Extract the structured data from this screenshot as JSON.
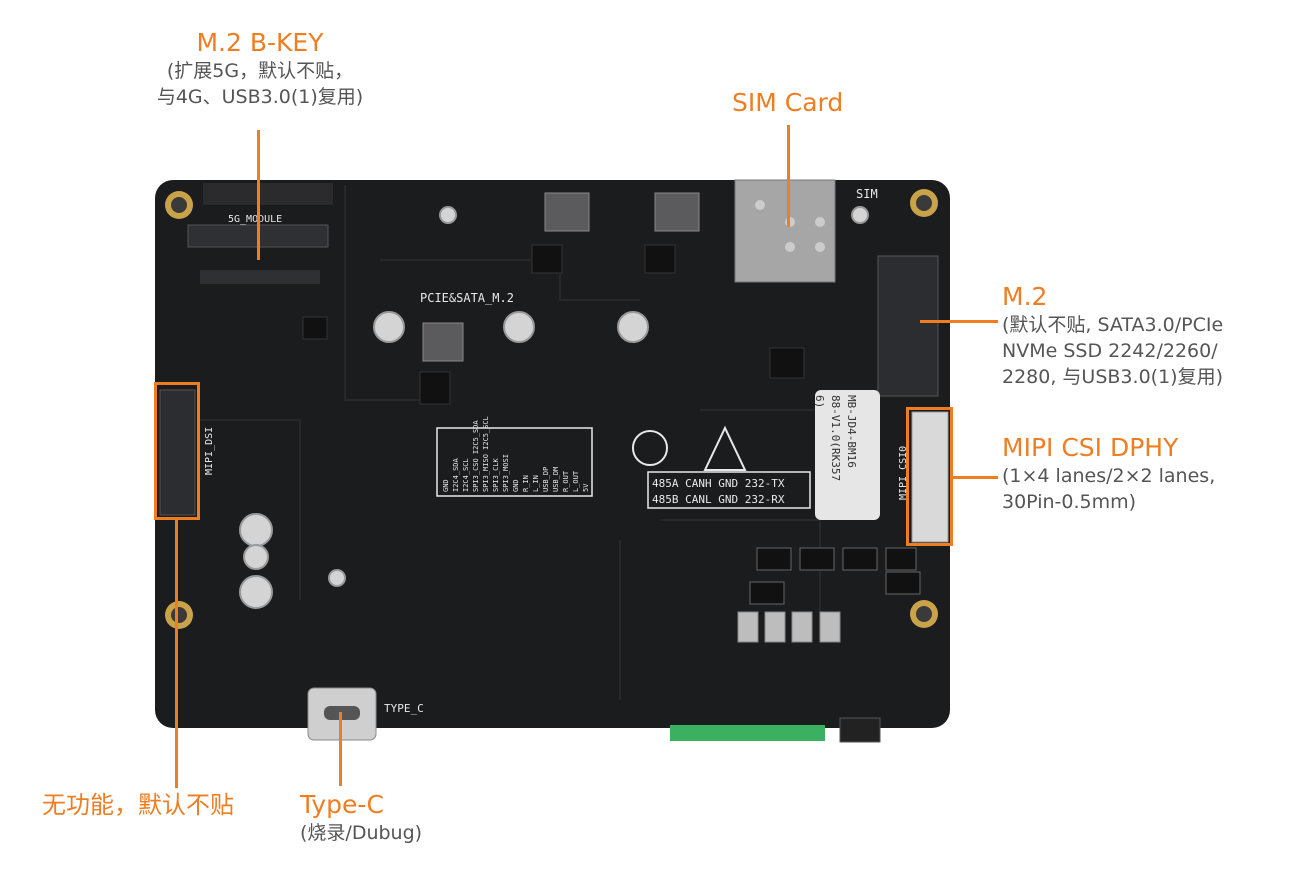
{
  "colors": {
    "accent": "#ef7d22",
    "board": "#1b1c1e",
    "subtext": "#555555"
  },
  "callouts": {
    "m2_bkey": {
      "title": "M.2 B-KEY",
      "lines": [
        "(扩展5G，默认不贴，",
        "与4G、USB3.0(1)复用)"
      ]
    },
    "sim_card": {
      "title": "SIM Card"
    },
    "m2": {
      "title": "M.2",
      "lines": [
        "(默认不贴, SATA3.0/PCIe",
        "NVMe SSD 2242/2260/",
        "2280, 与USB3.0(1)复用)"
      ]
    },
    "mipi_csi": {
      "title": "MIPI CSI DPHY",
      "lines": [
        "(1×4 lanes/2×2 lanes,",
        "30Pin-0.5mm)"
      ]
    },
    "no_function": {
      "title": "无功能，默认不贴"
    },
    "type_c": {
      "title": "Type-C",
      "lines": [
        "(烧录/Dubug)"
      ]
    }
  },
  "silkscreen": {
    "g5_module": "5G_MODULE",
    "pcie_sata": "PCIE&SATA_M.2",
    "sim": "SIM",
    "mipi_dsi": "MIPI_DSI",
    "mipi_csi0": "MIPI CSI0",
    "type_c": "TYPE_C",
    "header_row1": "485A CANH GND  232-TX",
    "header_row2": "485B CANL GND  232-RX",
    "label_line1": "MB-JD4-BM16",
    "label_line2": "88-V1.0(RK357",
    "label_line3": "6)",
    "pin_cols": [
      "GND",
      "I2C4_SDA",
      "I2C4_SCL",
      "SPI3_CSO I2C5_SDA",
      "SPI3_MISO I2C5_SCL",
      "SPI3_CLK",
      "SPI3_MOSI",
      "GND",
      "R_IN",
      "L_IN",
      "USB_DP",
      "USB_DM",
      "R_OUT",
      "L_OUT",
      "5V"
    ]
  }
}
